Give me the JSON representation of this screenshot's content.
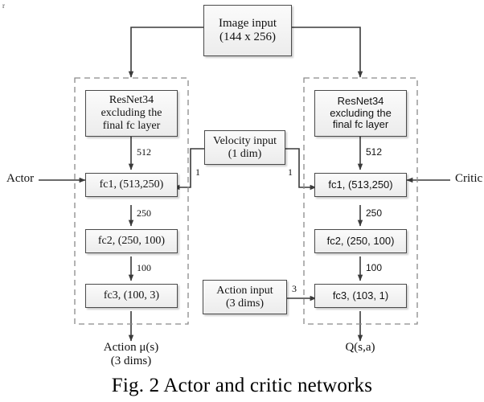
{
  "figure": {
    "caption": "Fig. 2 Actor and critic networks",
    "title": "Actor and critic networks"
  },
  "colors": {
    "box_border": "#4a4a4a",
    "box_fill_top": "#fbfbfb",
    "box_fill_bottom": "#ececec",
    "wire": "#3a3a3a",
    "group_dash": "#777777",
    "text": "#111111"
  },
  "inputs": {
    "image": {
      "line1": "Image input",
      "line2": "(144 x 256)"
    },
    "velocity": {
      "line1": "Velocity input",
      "line2": "(1 dim)"
    },
    "action": {
      "line1": "Action input",
      "line2": "(3 dims)"
    }
  },
  "branches": [
    {
      "id": "actor",
      "side_label": "Actor",
      "nodes": [
        {
          "name": "backbone",
          "lines": [
            "ResNet34",
            "excluding the",
            "final fc layer"
          ]
        },
        {
          "name": "fc1",
          "lines": [
            "fc1, (513,250)"
          ]
        },
        {
          "name": "fc2",
          "lines": [
            "fc2, (250, 100)"
          ]
        },
        {
          "name": "fc3",
          "lines": [
            "fc3, (100, 3)"
          ]
        }
      ],
      "edge_labels": {
        "backbone_to_fc1": "512",
        "fc1_to_fc2": "250",
        "fc2_to_fc3": "100",
        "aux_in": "1"
      },
      "output": {
        "line1": "Action μ(s)",
        "line2": "(3 dims)"
      }
    },
    {
      "id": "critic",
      "side_label": "Critic",
      "nodes": [
        {
          "name": "backbone",
          "lines": [
            "ResNet34",
            "excluding the",
            "final fc layer"
          ]
        },
        {
          "name": "fc1",
          "lines": [
            "fc1, (513,250)"
          ]
        },
        {
          "name": "fc2",
          "lines": [
            "fc2, (250, 100)"
          ]
        },
        {
          "name": "fc3",
          "lines": [
            "fc3, (103, 1)"
          ]
        }
      ],
      "edge_labels": {
        "backbone_to_fc1": "512",
        "fc1_to_fc2": "250",
        "fc2_to_fc3": "100",
        "aux_in": "1",
        "action_in": "3"
      },
      "output": {
        "line1": "Q(s,a)",
        "line2": ""
      }
    }
  ]
}
